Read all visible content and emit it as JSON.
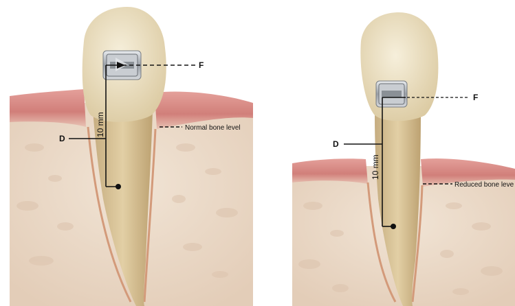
{
  "left_panel": {
    "label_f": "F",
    "label_d": "D",
    "measure": "10 mm",
    "bone_label": "Normal bone level"
  },
  "right_panel": {
    "label_f": "F",
    "label_d": "D",
    "measure": "10 mm",
    "bone_label": "Reduced bone leve"
  },
  "colors": {
    "bone": "#eddccb",
    "gum": "#d98782",
    "tooth": "#d9c39a",
    "crown": "#ede3c8",
    "bracket": "#b8bcc2",
    "line": "#111111"
  }
}
